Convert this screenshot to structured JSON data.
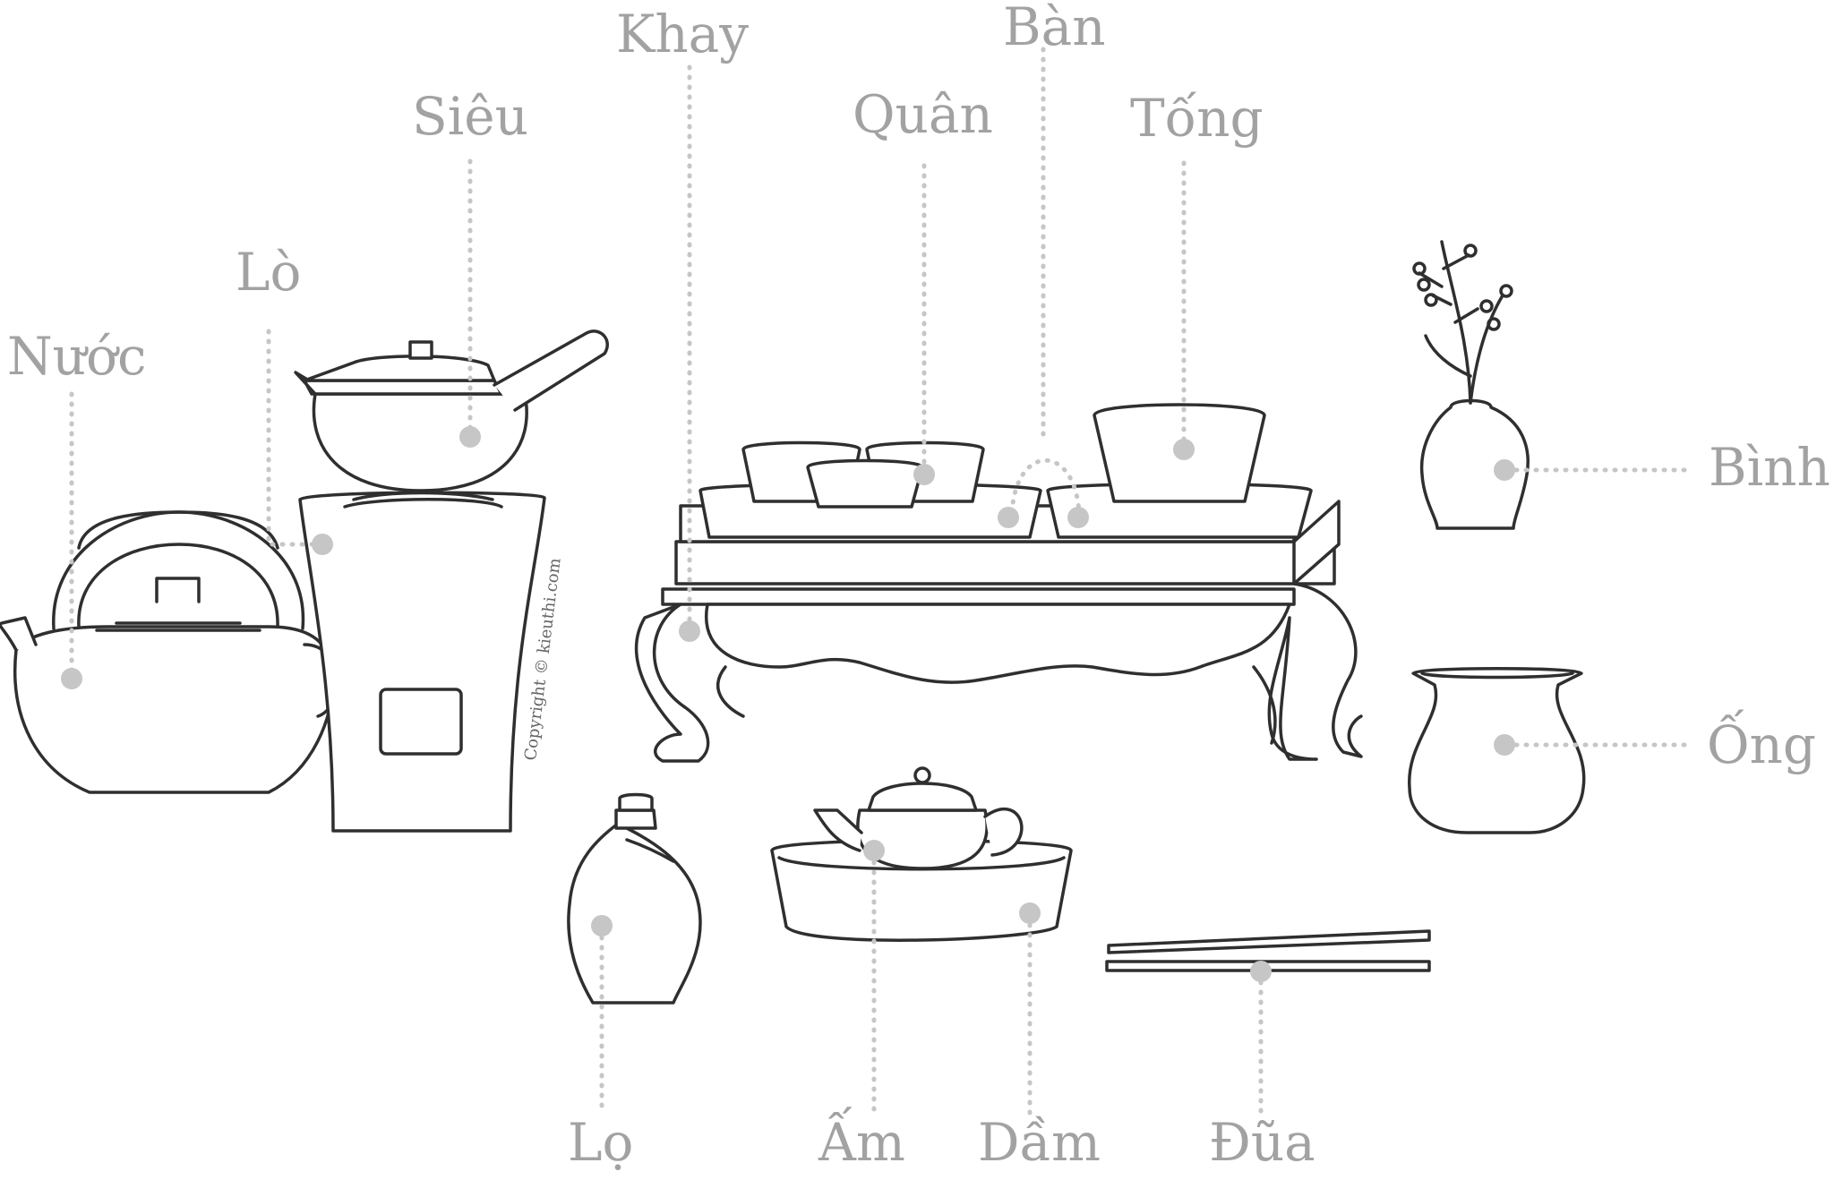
{
  "copyright": "Copyright © kieuthi.com",
  "labels": {
    "nuoc": "Nước",
    "lo": "Lò",
    "sieu": "Siêu",
    "khay": "Khay",
    "quan": "Quân",
    "ban": "Bàn",
    "tong": "Tống",
    "binh": "Bình",
    "ong": "Ống",
    "lo_jar": "Lọ",
    "am": "Ấm",
    "dam": "Dầm",
    "dua": "Đũa"
  }
}
